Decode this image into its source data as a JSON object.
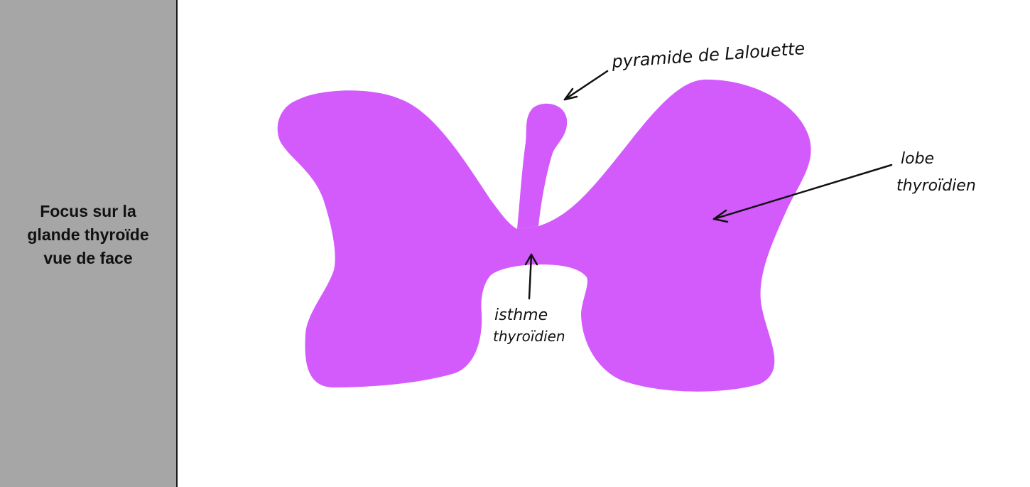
{
  "sidebar": {
    "title_lines": [
      "Focus sur la",
      "glande thyroïde",
      "vue de face"
    ]
  },
  "diagram": {
    "fill_color": "#d35bfc",
    "labels": {
      "pyramid": "pyramide de Lalouette",
      "lobe_line1": "lobe",
      "lobe_line2": "thyroïdien",
      "isthmus_line1": "isthme",
      "isthmus_line2": "thyroïdien"
    }
  }
}
